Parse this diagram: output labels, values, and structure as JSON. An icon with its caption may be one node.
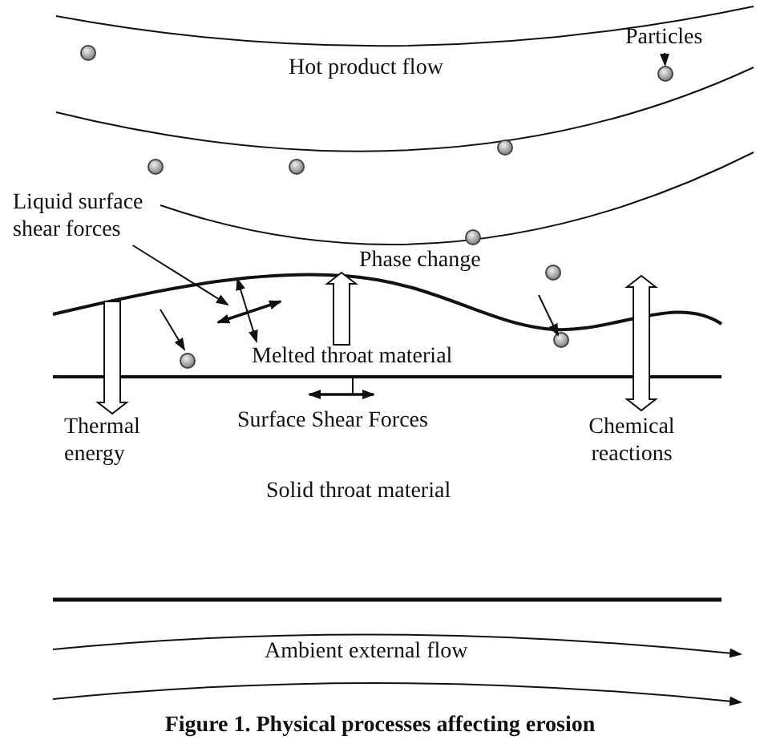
{
  "diagram": {
    "caption": "Figure 1. Physical processes affecting erosion",
    "nodes": [
      {
        "text": [
          "Particles"
        ]
      },
      {
        "text": [],
        "shape": "circle"
      },
      {
        "text": [
          "Liquid surface shear forces"
        ]
      }
    ],
    "edges": [
      {
        "from": 0,
        "to": 1,
        "arrow": "to"
      },
      {
        "from": 2,
        "to": null,
        "arrow": "to"
      }
    ],
    "labels": [
      "Hot product flow",
      "Phase change",
      "Melted throat material",
      "Thermal energy",
      "Surface Shear Forces",
      "Chemical reactions",
      "Solid throat material",
      "Ambient external flow"
    ]
  }
}
